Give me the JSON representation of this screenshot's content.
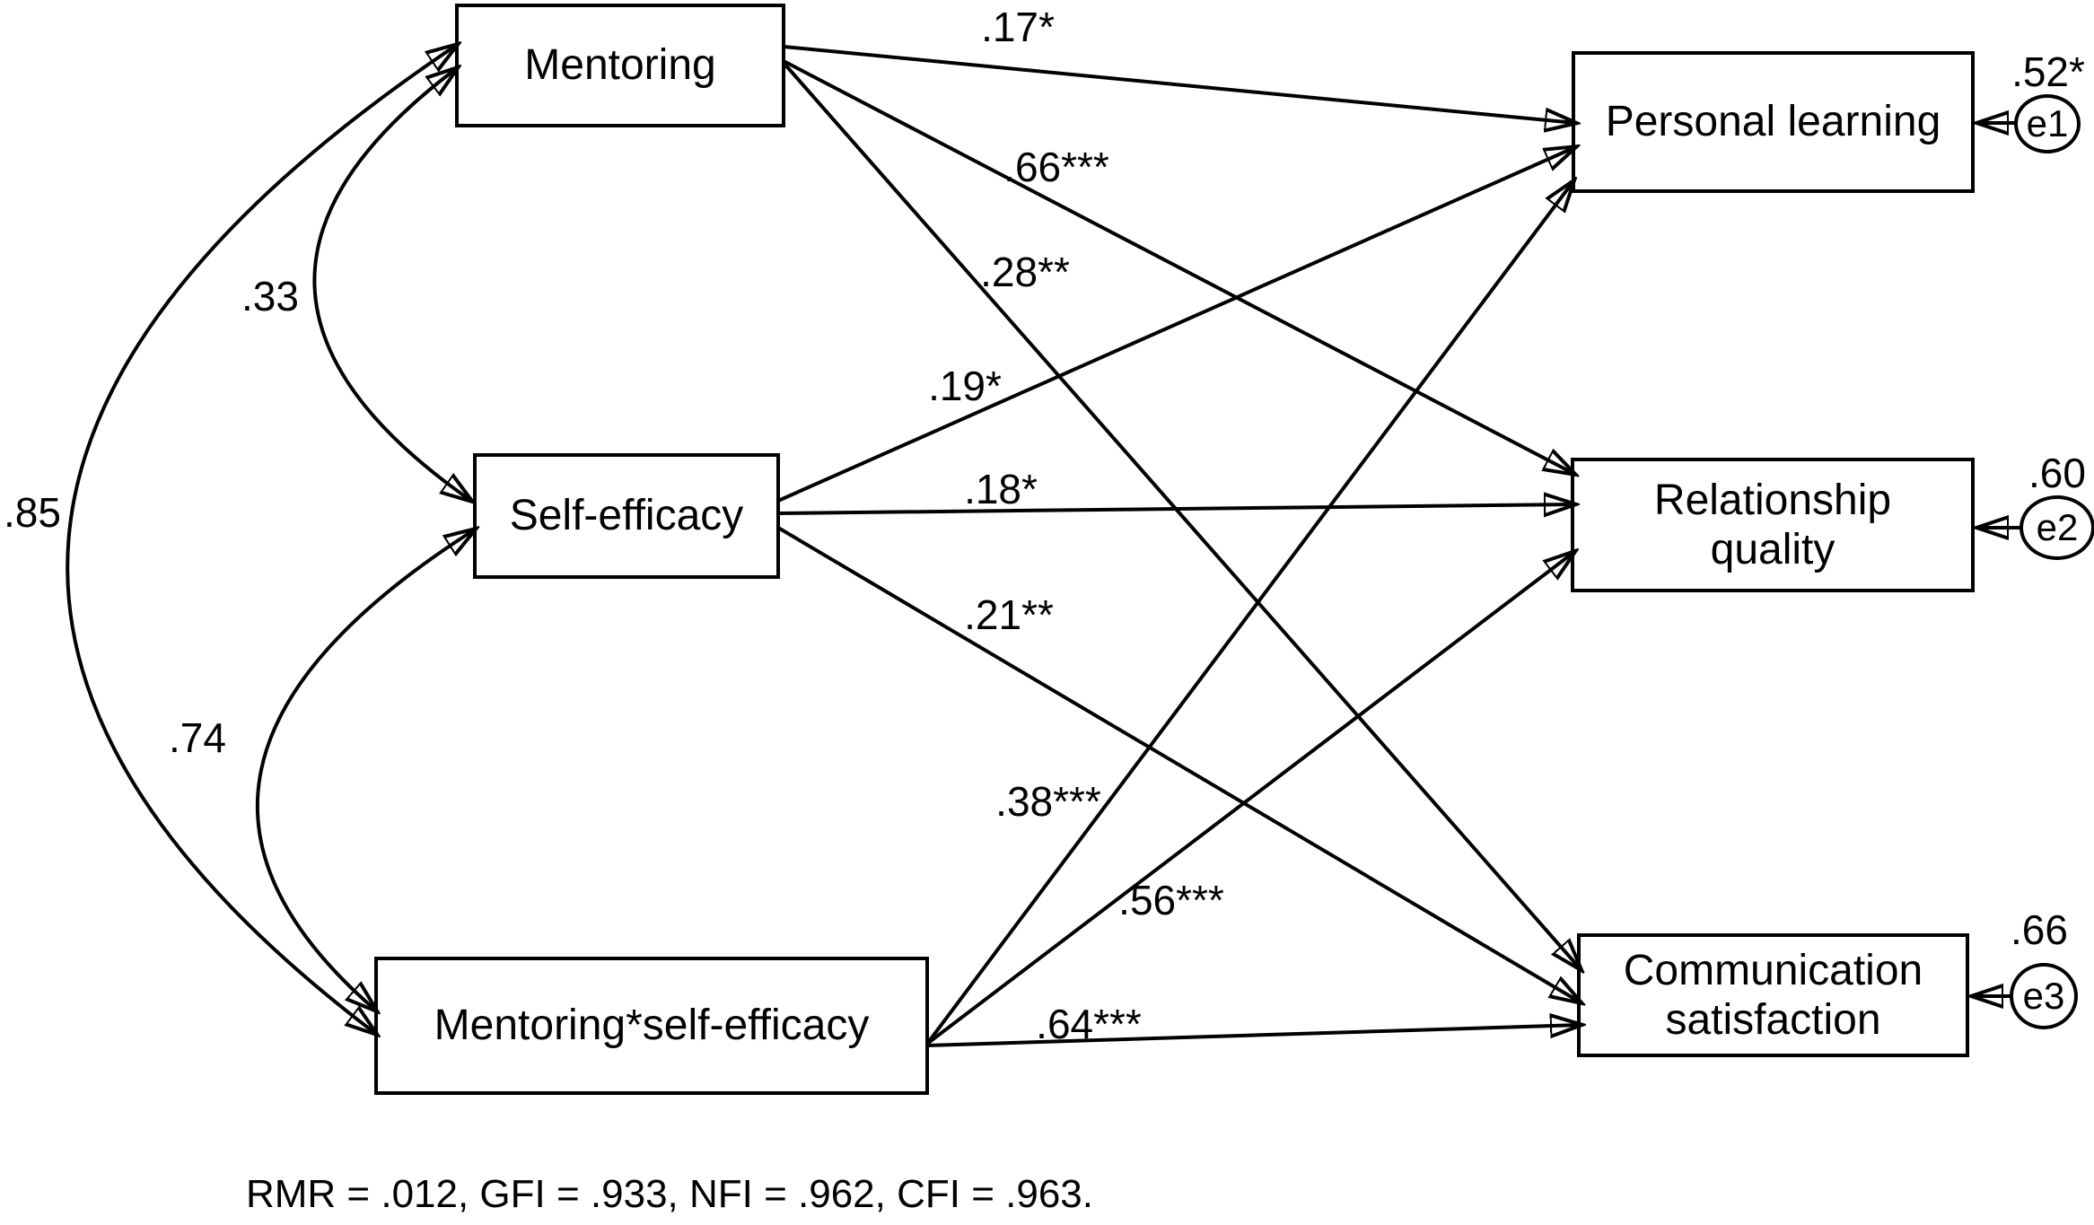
{
  "diagram": {
    "predictors": [
      {
        "label": "Mentoring"
      },
      {
        "label": "Self-efficacy"
      },
      {
        "label": "Mentoring*self-efficacy"
      }
    ],
    "outcomes": [
      {
        "label": "Personal learning",
        "error": {
          "label": "e1",
          "value": ".52*"
        }
      },
      {
        "label": "Relationship quality",
        "error": {
          "label": "e2",
          "value": ".60"
        }
      },
      {
        "label": "Communication satisfaction",
        "error": {
          "label": "e3",
          "value": ".66"
        }
      }
    ],
    "covariances": [
      {
        "between": "Mentoring and Self-efficacy",
        "value": ".33"
      },
      {
        "between": "Self-efficacy and Mentoring*self-efficacy",
        "value": ".74"
      },
      {
        "between": "Mentoring and Mentoring*self-efficacy",
        "value": ".85"
      }
    ],
    "paths": [
      {
        "from": "Mentoring",
        "to": "Personal learning",
        "value": ".17*"
      },
      {
        "from": "Mentoring",
        "to": "Relationship quality",
        "value": ".66***"
      },
      {
        "from": "Mentoring",
        "to": "Communication satisfaction",
        "value": ".28**"
      },
      {
        "from": "Self-efficacy",
        "to": "Personal learning",
        "value": ".19*"
      },
      {
        "from": "Self-efficacy",
        "to": "Relationship quality",
        "value": ".18*"
      },
      {
        "from": "Self-efficacy",
        "to": "Communication satisfaction",
        "value": ".21**"
      },
      {
        "from": "Mentoring*self-efficacy",
        "to": "Personal learning",
        "value": ".38***"
      },
      {
        "from": "Mentoring*self-efficacy",
        "to": "Relationship quality",
        "value": ".56***"
      },
      {
        "from": "Mentoring*self-efficacy",
        "to": "Communication satisfaction",
        "value": ".64***"
      }
    ],
    "fit_note": "RMR = .012, GFI = .933, NFI = .962, CFI = .963."
  }
}
